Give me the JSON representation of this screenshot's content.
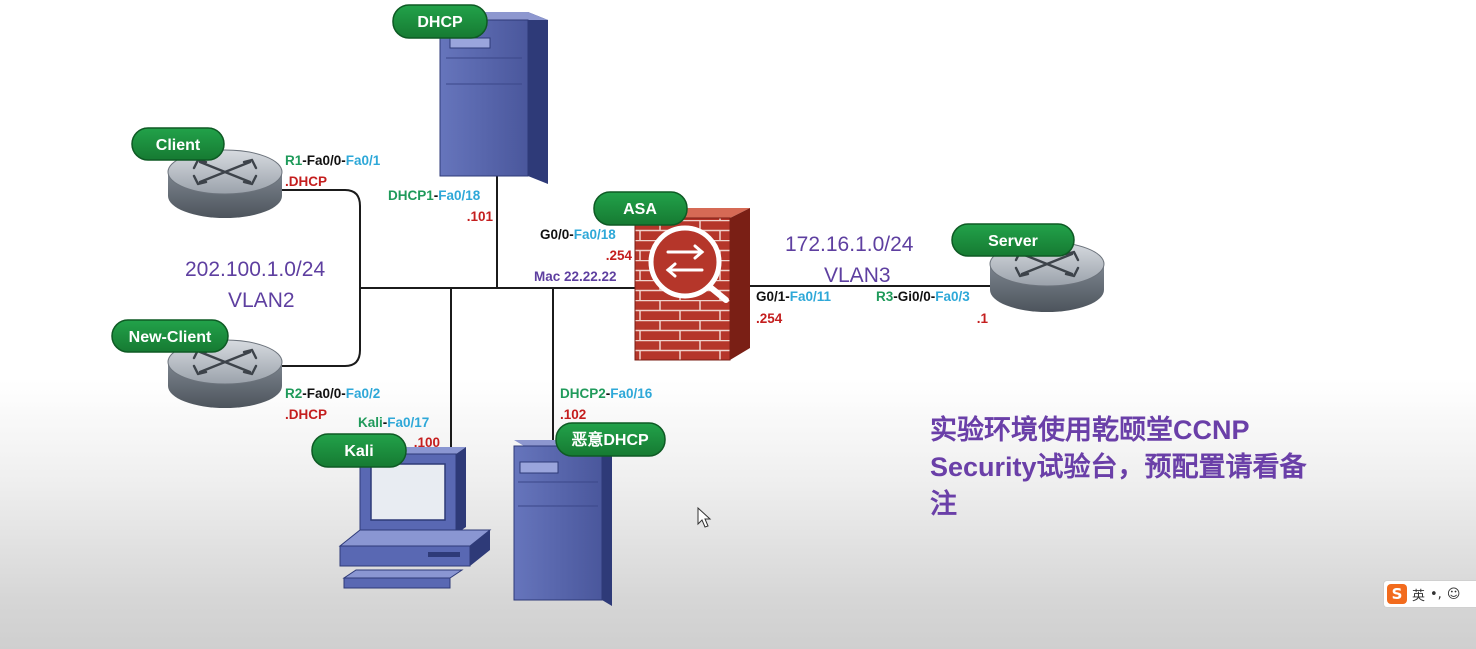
{
  "devices": {
    "client": "Client",
    "new_client": "New-Client",
    "dhcp": "DHCP",
    "asa": "ASA",
    "server": "Server",
    "kali": "Kali",
    "rogue_dhcp": "恶意DHCP"
  },
  "networks": {
    "inside_subnet": "202.100.1.0/24",
    "inside_vlan": "VLAN2",
    "outside_subnet": "172.16.1.0/24",
    "outside_vlan": "VLAN3"
  },
  "links": {
    "r1": {
      "dev": "R1",
      "sep": "-Fa0/0-",
      "port": "Fa0/1",
      "addr": ".DHCP"
    },
    "r2": {
      "dev": "R2",
      "sep": "-Fa0/0-",
      "port": "Fa0/2",
      "addr": ".DHCP"
    },
    "dhcp1": {
      "dev": "DHCP1",
      "sep": "-",
      "port": "Fa0/18",
      "addr": ".101"
    },
    "asa_in": {
      "dev": "G0/0",
      "sep": "-",
      "port": "Fa0/18",
      "addr": ".254",
      "mac": "Mac 22.22.22"
    },
    "asa_out": {
      "dev": "G0/1",
      "sep": "-",
      "port": "Fa0/11",
      "addr": ".254"
    },
    "r3": {
      "dev": "R3",
      "sep": "-Gi0/0-",
      "port": "Fa0/3",
      "addr": ".1"
    },
    "kali": {
      "dev": "Kali",
      "sep": "-",
      "port": "Fa0/17",
      "addr": ".100"
    },
    "dhcp2": {
      "dev": "DHCP2",
      "sep": "-",
      "port": "Fa0/16",
      "addr": ".102"
    }
  },
  "note": {
    "line1": "实验环境使用乾颐堂CCNP",
    "line2": "Security试验台，预配置请看备",
    "line3": "注"
  },
  "ime": {
    "logo": "S",
    "lang": "英",
    "punct": "•,",
    "emoji": "☺"
  },
  "colors": {
    "pill_green": "#1a8f3c",
    "label_green": "#1f9a5a",
    "label_blue": "#2ea8d8",
    "label_red": "#c41e1e",
    "text_purple": "#5e3fa0",
    "firewall_red": "#b5362a",
    "server_blue": "#4f5fa8"
  }
}
